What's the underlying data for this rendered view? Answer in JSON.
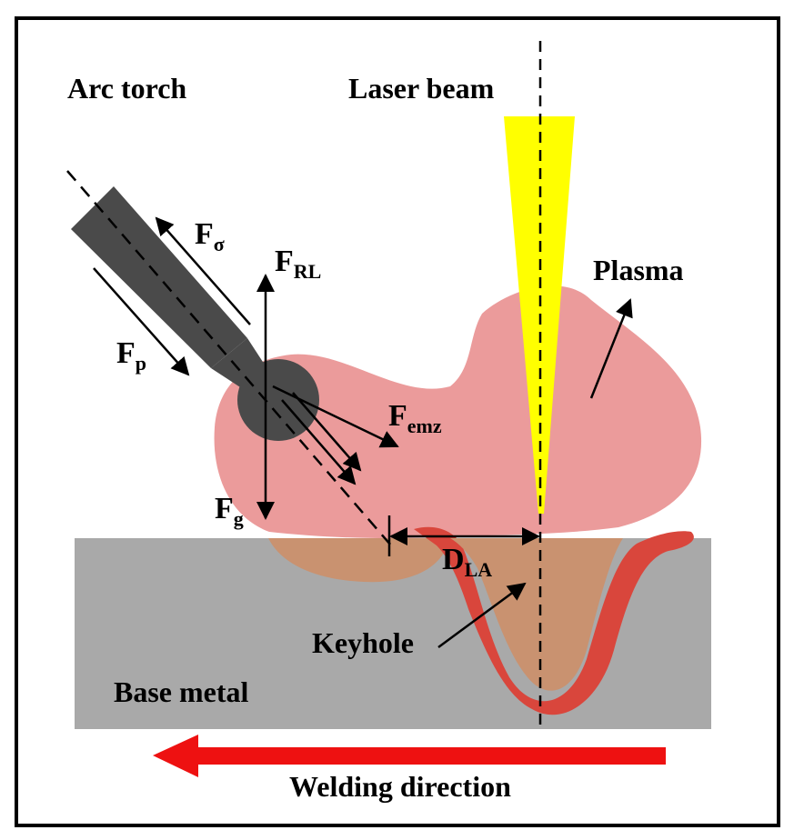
{
  "labels": {
    "arc_torch": "Arc torch",
    "laser_beam": "Laser beam",
    "plasma": "Plasma",
    "keyhole": "Keyhole",
    "base_metal": "Base metal",
    "welding_direction": "Welding direction"
  },
  "forces": {
    "f_sigma": {
      "main": "F",
      "sub": "σ"
    },
    "f_p": {
      "main": "F",
      "sub": "p"
    },
    "f_rl": {
      "main": "F",
      "sub": "RL"
    },
    "f_emz": {
      "main": "F",
      "sub": "emz"
    },
    "f_g": {
      "main": "F",
      "sub": "g"
    },
    "d_la": {
      "main": "D",
      "sub": "LA"
    }
  },
  "colors": {
    "frame": "#000000",
    "base_metal": "#a9a9a9",
    "plasma": "#eb9b9b",
    "molten_pool": "#c99270",
    "keyhole_wall": "#d9463c",
    "laser": "#ffff00",
    "torch": "#4a4a4a",
    "direction_arrow": "#ee1111"
  }
}
